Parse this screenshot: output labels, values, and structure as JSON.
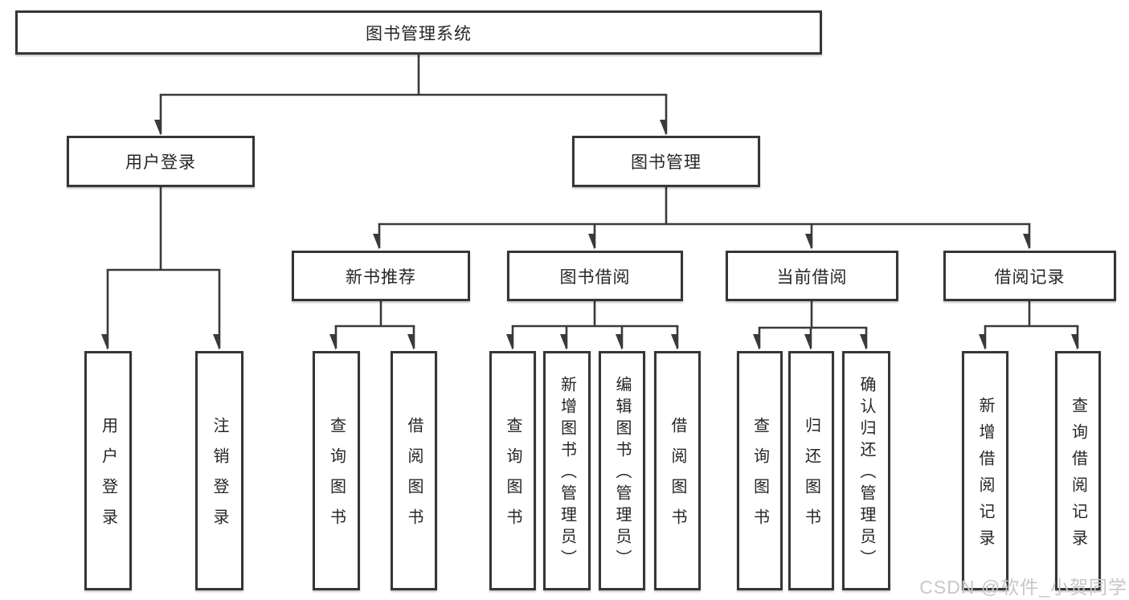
{
  "diagram_title": "图书管理系统",
  "tree": {
    "label": "图书管理系统",
    "children": [
      {
        "label": "用户登录",
        "children": [
          {
            "label": "用户登录"
          },
          {
            "label": "注销登录"
          }
        ]
      },
      {
        "label": "图书管理",
        "children": [
          {
            "label": "新书推荐",
            "children": [
              {
                "label": "查询图书"
              },
              {
                "label": "借阅图书"
              }
            ]
          },
          {
            "label": "图书借阅",
            "children": [
              {
                "label": "查询图书"
              },
              {
                "label": "新增图书（管理员）"
              },
              {
                "label": "编辑图书（管理员）"
              },
              {
                "label": "借阅图书"
              }
            ]
          },
          {
            "label": "当前借阅",
            "children": [
              {
                "label": "查询图书"
              },
              {
                "label": "归还图书"
              },
              {
                "label": "确认归还（管理员）"
              }
            ]
          },
          {
            "label": "借阅记录",
            "children": [
              {
                "label": "新增借阅记录"
              },
              {
                "label": "查询借阅记录"
              }
            ]
          }
        ]
      }
    ]
  },
  "watermark": {
    "text": "CSDN @软件_小贺同学"
  },
  "colors": {
    "line": "#3a3a3a",
    "box_border": "#363636",
    "box_fill": "#ffffff",
    "text": "#262626",
    "watermark": "#c7c7c7",
    "background": "#ffffff"
  }
}
